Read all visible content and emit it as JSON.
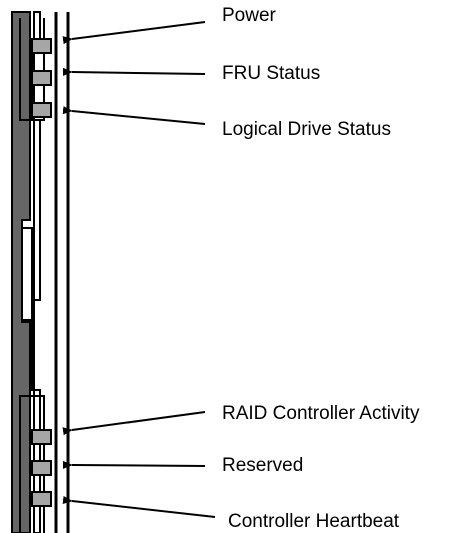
{
  "figure": {
    "callouts": [
      {
        "id": "power",
        "label": "Power"
      },
      {
        "id": "fru-status",
        "label": "FRU Status"
      },
      {
        "id": "logical-drive-status",
        "label": "Logical Drive Status"
      },
      {
        "id": "raid-controller-activity",
        "label": "RAID Controller Activity"
      },
      {
        "id": "reserved",
        "label": "Reserved"
      },
      {
        "id": "controller-heartbeat",
        "label": "Controller Heartbeat"
      }
    ],
    "colors": {
      "panel_dark": "#666666",
      "led_fill": "#a6a6a6",
      "outline": "#000000",
      "background": "#ffffff"
    }
  }
}
